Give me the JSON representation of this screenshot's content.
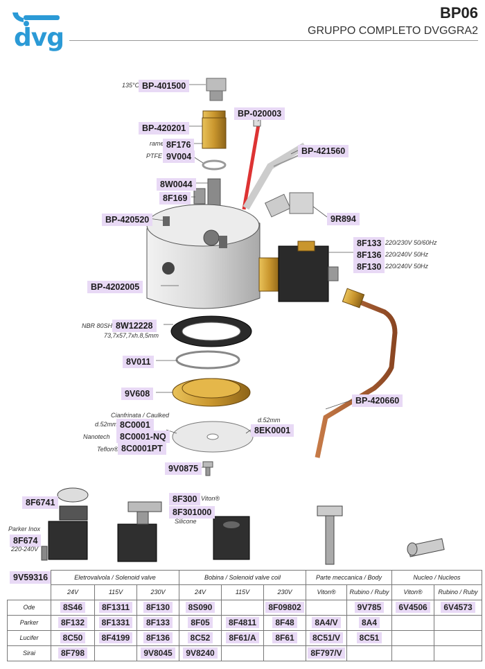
{
  "header": {
    "logo_text": "dvg",
    "code": "BP06",
    "title": "GRUPPO COMPLETO DVGGRA2"
  },
  "colors": {
    "brand_blue": "#2b9ad6",
    "tag_bg": "#e8d9f5",
    "brass": "#c9962e",
    "copper": "#a65a2e"
  },
  "labels": {
    "bp401500": "BP-401500",
    "bp401500_note": "135°C",
    "bp020003": "BP-020003",
    "bp420201": "BP-420201",
    "f176": "8F176",
    "f176_note": "rame",
    "v004": "9V004",
    "v004_note": "PTFE",
    "bp421560": "BP-421560",
    "w0044": "8W0044",
    "f169": "8F169",
    "bp420520": "BP-420520",
    "r894": "9R894",
    "f133": "8F133",
    "f133_note": "220/230V 50/60Hz",
    "f136": "8F136",
    "f136_note": "220/240V 50Hz",
    "f130": "8F130",
    "f130_note": "220/240V 50Hz",
    "bp4202005": "BP-4202005",
    "w12228": "8W12228",
    "w12228_note1": "NBR 80SH",
    "w12228_note2": "73,7x57,7xh.8,5mm",
    "v011": "8V011",
    "v608": "9V608",
    "bp420660": "BP-420660",
    "c0001_head": "Cianfrinata / Caulked",
    "c0001": "8C0001",
    "c0001_note": "d.52mm",
    "c0001nq": "8C0001-NQ",
    "c0001nq_note": "Nanotech",
    "c0001pt": "8C0001PT",
    "c0001pt_note": "Teflon®",
    "ek0001": "8EK0001",
    "ek0001_note": "d.52mm",
    "v0875": "9V0875",
    "f6741": "8F6741",
    "f300": "8F300",
    "f300_note": "Viton®",
    "f301000": "8F301000",
    "f301000_note": "Silicone",
    "f674": "8F674",
    "f674_note1": "Parker Inox",
    "f674_note2": "220-240V",
    "v59316": "9V59316"
  },
  "table": {
    "groups": [
      "Eletrovalvola / Solenoid valve",
      "Bobina / Solenoid valve coil",
      "Parte meccanica / Body",
      "Nucleo / Nucleos"
    ],
    "sub": [
      "24V",
      "115V",
      "230V",
      "24V",
      "115V",
      "230V",
      "Viton®",
      "Rubino / Ruby",
      "Viton®",
      "Rubino / Ruby"
    ],
    "rows": [
      {
        "name": "Ode",
        "cells": [
          "8S46",
          "8F1311",
          "8F130",
          "8S090",
          "",
          "8F09802",
          "",
          "9V785",
          "6V4506",
          "6V4573"
        ]
      },
      {
        "name": "Parker",
        "cells": [
          "8F132",
          "8F1331",
          "8F133",
          "8F05",
          "8F4811",
          "8F48",
          "8A4/V",
          "8A4",
          "",
          ""
        ]
      },
      {
        "name": "Lucifer",
        "cells": [
          "8C50",
          "8F4199",
          "8F136",
          "8C52",
          "8F61/A",
          "8F61",
          "8C51/V",
          "8C51",
          "",
          ""
        ]
      },
      {
        "name": "Sirai",
        "cells": [
          "8F798",
          "",
          "9V8045",
          "9V8240",
          "",
          "",
          "8F797/V",
          "",
          "",
          ""
        ]
      }
    ]
  }
}
